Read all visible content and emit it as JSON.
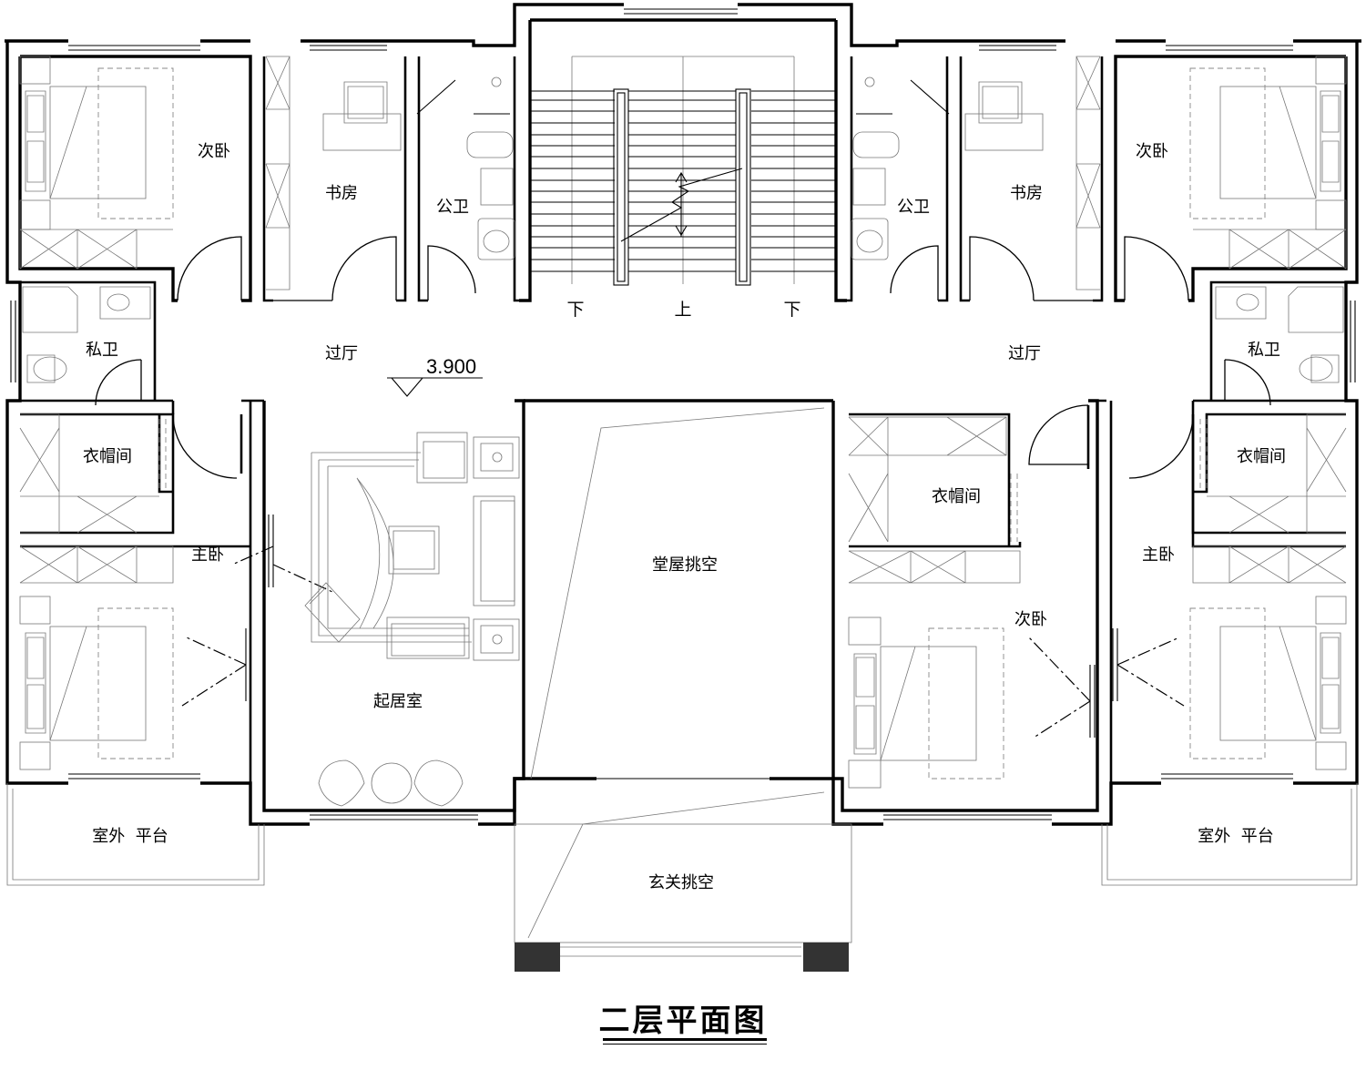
{
  "title": "二层平面图",
  "elevation": "3.900",
  "rooms": {
    "bedroom_nw": "次卧",
    "study_w": "书房",
    "wc_public_w": "公卫",
    "stair_down_left": "下",
    "stair_up": "上",
    "stair_down_right": "下",
    "wc_public_e": "公卫",
    "study_e": "书房",
    "bedroom_ne": "次卧",
    "bath_private_w": "私卫",
    "hall_w": "过厅",
    "hall_e": "过厅",
    "bath_private_e": "私卫",
    "closet_w": "衣帽间",
    "closet_center": "衣帽间",
    "closet_e": "衣帽间",
    "master_w": "主卧",
    "master_e": "主卧",
    "hall_void": "堂屋挑空",
    "bedroom_se": "次卧",
    "living": "起居室",
    "terrace_w": "室外  平台",
    "terrace_e": "室外  平台",
    "entry_void": "玄关挑空"
  },
  "colors": {
    "wall": "#000000",
    "column": "#333333",
    "furniture": "#777777"
  }
}
